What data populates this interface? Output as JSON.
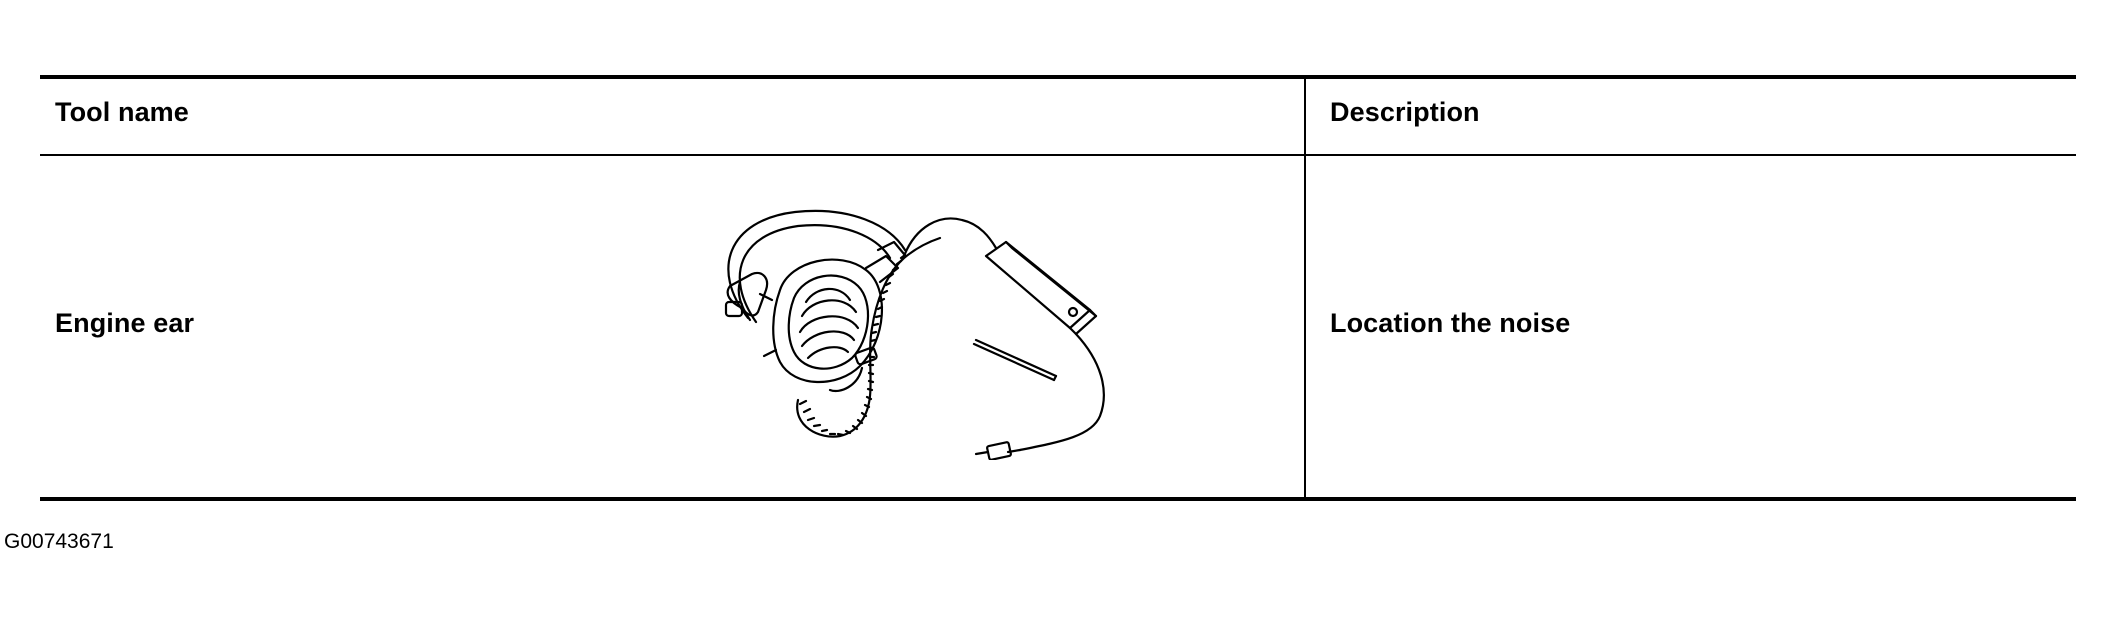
{
  "table": {
    "headers": {
      "tool_name": "Tool name",
      "description": "Description"
    },
    "rows": [
      {
        "tool_name": "Engine ear",
        "illustration": "engine-ear-headphones-icon",
        "description": "Location the noise"
      }
    ]
  },
  "figure_id": "G00743671"
}
